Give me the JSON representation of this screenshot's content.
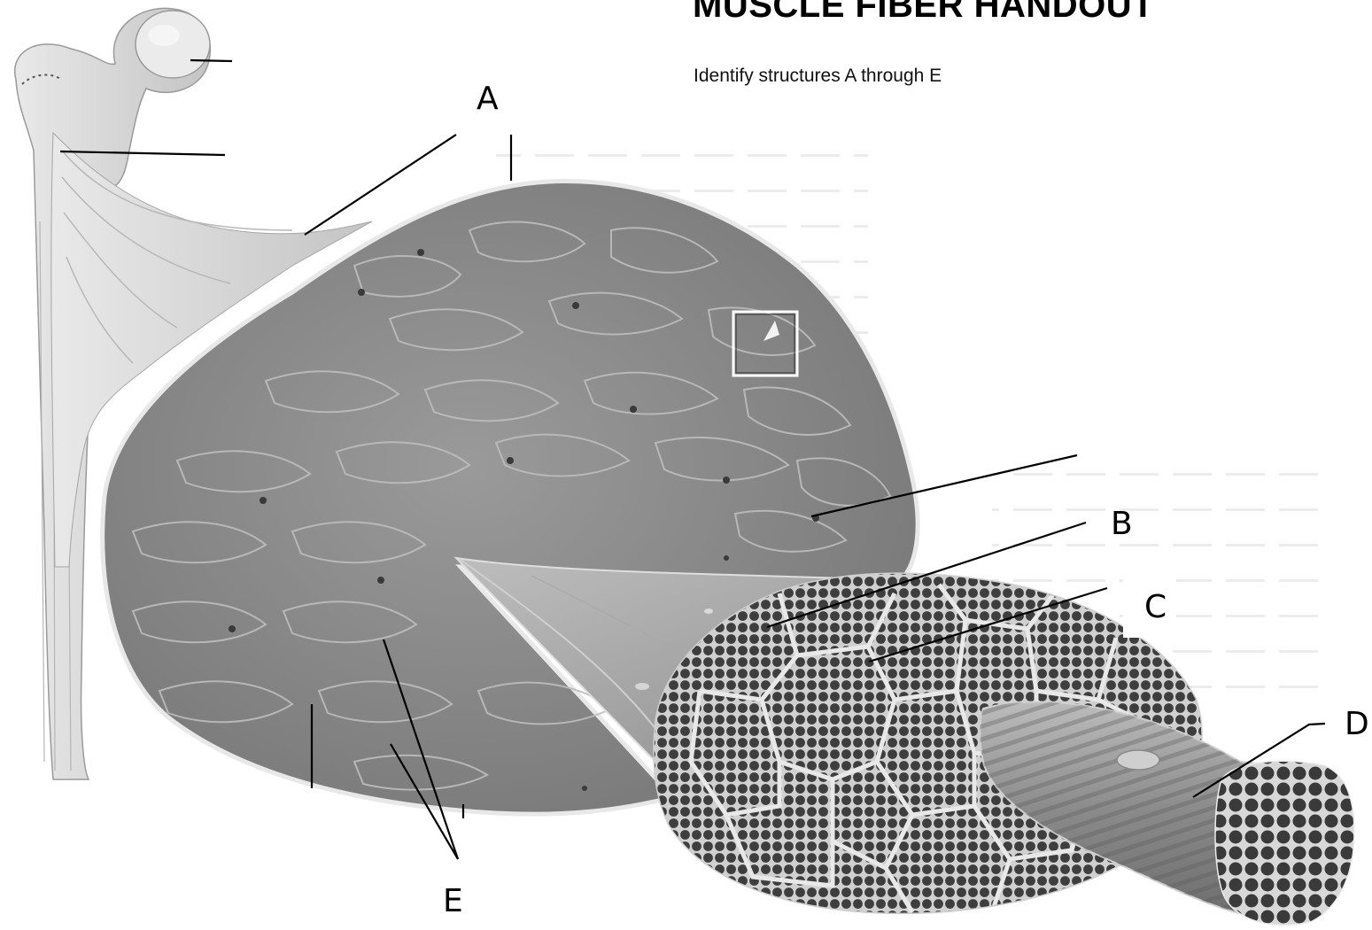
{
  "handout": {
    "title": "MUSCLE FIBER HANDOUT",
    "instructions": "Identify structures A through E"
  },
  "labels": {
    "a": "A",
    "b": "B",
    "c": "C",
    "d": "D",
    "e": "E"
  },
  "colors": {
    "muscle_gray": "#8a8a8a",
    "dark_fascicle": "#4a4a4a",
    "myofibril_dark": "#3a3a3a",
    "bone": "#e6e6e6",
    "tendon": "#d6d6d6",
    "leader_line": "#000000"
  }
}
